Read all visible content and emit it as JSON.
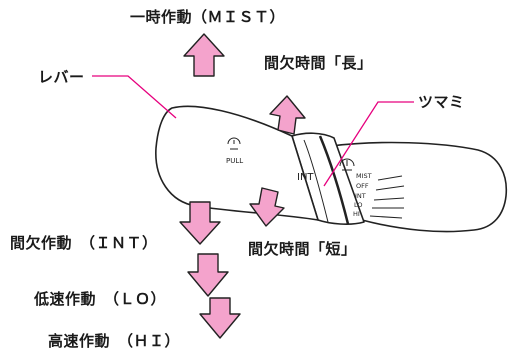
{
  "labels": {
    "mist_momentary": "一時作動（ＭＩＳＴ）",
    "lever": "レバー",
    "interval_long": "間欠時間「長」",
    "knob": "ツマミ",
    "intermittent": "間欠作動　（ＩＮＴ）",
    "interval_short": "間欠時間「短」",
    "low_speed": "低速作動　（ＬＯ）",
    "high_speed": "高速作動　（ＨＩ）"
  },
  "lever_marks": {
    "pull": "PULL",
    "int": "INT",
    "mist": "MIST",
    "off": "OFF",
    "int_small": "INT",
    "lo": "LO",
    "hi": "HI"
  },
  "colors": {
    "arrow_fill": "#f4a3cc",
    "leader_line": "#e6007e",
    "outline": "#222222"
  },
  "icons": [
    "wiper-washer-icon",
    "wiper-icon",
    "arrow-up-icon",
    "arrow-down-icon"
  ]
}
